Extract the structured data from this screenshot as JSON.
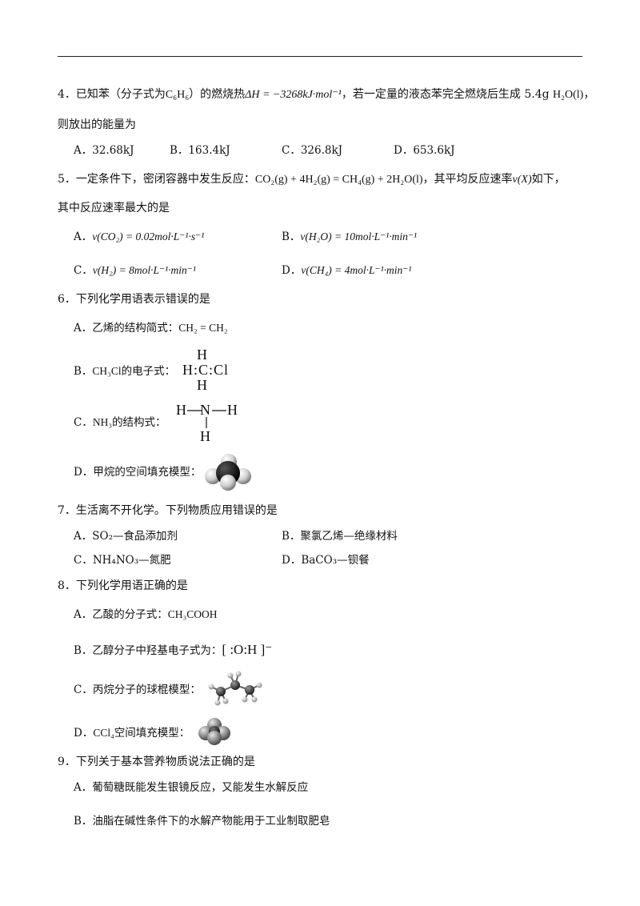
{
  "q4": {
    "p1": "4．已知苯（分子式为",
    "formula": "C₆H₆",
    "p2": "）的燃烧热",
    "dh": "ΔH = −3268kJ·mol⁻¹",
    "p3": "，若一定量的液态苯完全燃烧后生成 5.4g",
    "water": "H₂O(l)",
    "p4": "，",
    "line2": "则放出的能量为",
    "options": [
      "A．32.68kJ",
      "B．163.4kJ",
      "C．326.8kJ",
      "D．653.6kJ"
    ]
  },
  "q5": {
    "p1": "5．一定条件下，密闭容器中发生反应：",
    "reaction": "CO₂(g) + 4H₂(g) = CH₄(g) + 2H₂O(l)",
    "p2": "，其平均反应速率",
    "vx": "v(X)",
    "p3": "如下，",
    "line2": "其中反应速率最大的是",
    "options": [
      {
        "letter": "A．",
        "expr": "v(CO₂) = 0.02mol·L⁻¹·s⁻¹"
      },
      {
        "letter": "B．",
        "expr": "v(H₂O) = 10mol·L⁻¹·min⁻¹"
      },
      {
        "letter": "C．",
        "expr": "v(H₂) = 8mol·L⁻¹·min⁻¹"
      },
      {
        "letter": "D．",
        "expr": "v(CH₄) = 4mol·L⁻¹·min⁻¹"
      }
    ]
  },
  "q6": {
    "stem": "6．下列化学用语表示错误的是",
    "a_text": "A．乙烯的结构简式：",
    "a_formula": "CH₂ = CH₂",
    "b_text": "B．",
    "b_formula": "CH₃Cl",
    "b_text2": "的电子式：",
    "b_lewis": {
      "top": "H",
      "middle": "H:C:Cl",
      "bottom": "H"
    },
    "c_text": "C．",
    "c_formula": "NH₃",
    "c_text2": "的结构式：",
    "c_struct": {
      "left": "H",
      "center": "N",
      "right": "H",
      "bottom": "H"
    },
    "d_text": "D．甲烷的空间填充模型："
  },
  "q7": {
    "stem": "7．生活离不开化学。下列物质应用错误的是",
    "options": [
      "A．SO₂—食品添加剂",
      "B．聚氯乙烯—绝缘材料",
      "C．NH₄NO₃—氮肥",
      "D．BaCO₃—钡餐"
    ]
  },
  "q8": {
    "stem": "8．下列化学用语正确的是",
    "a_text": "A．乙酸的分子式：",
    "a_formula": "CH₃COOH",
    "b_text": "B．乙醇分子中羟基电子式为：",
    "b_lewis": "[ :O:H ]⁻",
    "c_text": "C．丙烷分子的球棍模型：",
    "d_text": "D．",
    "d_formula": "CCl₄",
    "d_text2": "空间填充模型："
  },
  "q9": {
    "stem": "9．下列关于基本营养物质说法正确的是",
    "a": "A．葡萄糖既能发生银镜反应，又能发生水解反应",
    "b": "B．油脂在碱性条件下的水解产物能用于工业制取肥皂"
  },
  "colors": {
    "text": "#111111",
    "model_dark": "#151515",
    "model_light": "#cfcfcf"
  }
}
